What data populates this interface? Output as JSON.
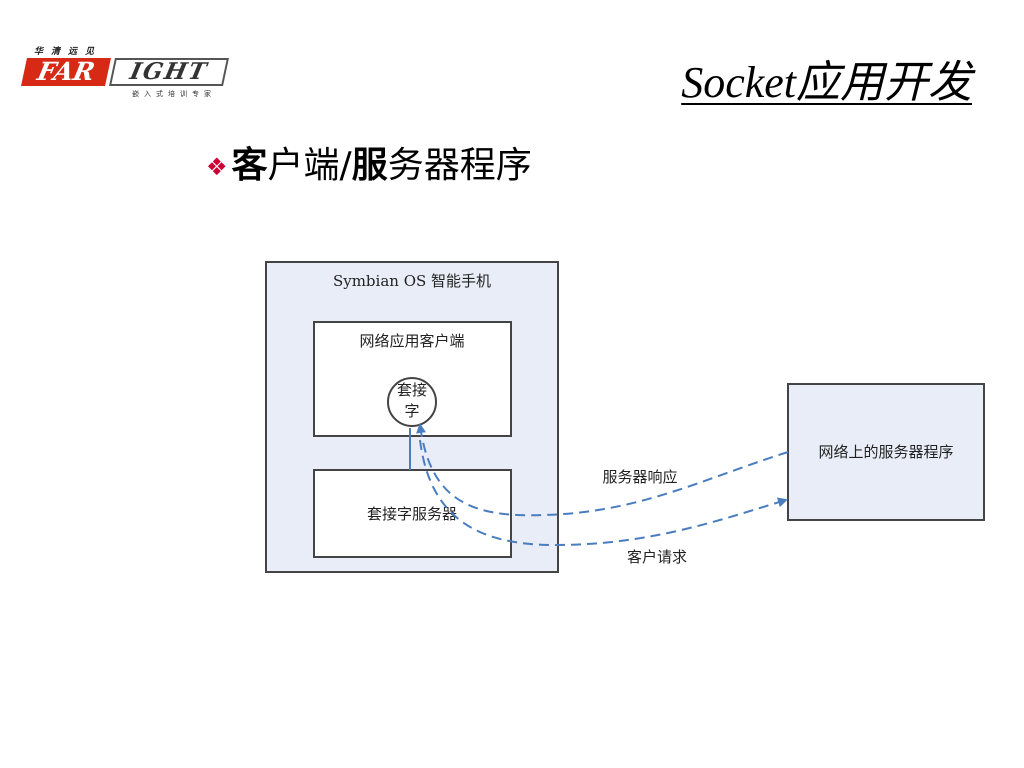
{
  "slide": {
    "title": "Socket应用开发",
    "bullet_marker": "❖",
    "bullet_bold": "客",
    "bullet_mid_a": "户端/",
    "bullet_bold_2": "服",
    "bullet_rest": "务器程序"
  },
  "logo": {
    "top_text": "华清远见",
    "brand_left": "FAR",
    "brand_right": "IGHT",
    "tagline": "嵌入式培训专家"
  },
  "diagram": {
    "phone_title": "Symbian OS 智能手机",
    "client_title": "网络应用客户端",
    "socket_line1": "套接",
    "socket_line2": "字",
    "socket_server": "套接字服务器",
    "remote_server": "网络上的服务器程序",
    "response_label": "服务器响应",
    "request_label": "客户请求",
    "colors": {
      "box_fill": "#e8edf7",
      "arrow": "#4a7dbf"
    }
  }
}
